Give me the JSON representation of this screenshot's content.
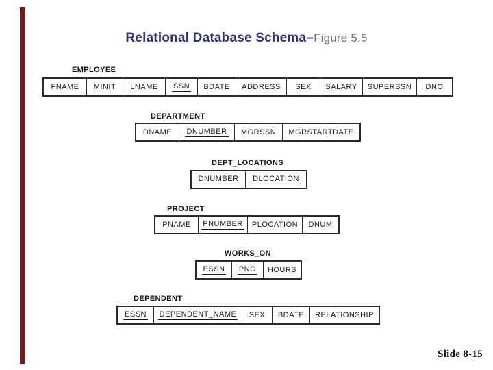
{
  "title": {
    "main": "Relational Database Schema–",
    "figure": "Figure 5.5"
  },
  "slide_number": "Slide 8-15",
  "colors": {
    "title": "#2f3272",
    "figure_label": "#70717f",
    "accent_bar": "#7f1518",
    "table_border": "#2b2b2b"
  },
  "relations": [
    {
      "name": "EMPLOYEE",
      "attributes": [
        {
          "label": "FNAME",
          "key": false
        },
        {
          "label": "MINIT",
          "key": false
        },
        {
          "label": "LNAME",
          "key": false
        },
        {
          "label": "SSN",
          "key": true
        },
        {
          "label": "BDATE",
          "key": false
        },
        {
          "label": "ADDRESS",
          "key": false
        },
        {
          "label": "SEX",
          "key": false
        },
        {
          "label": "SALARY",
          "key": false
        },
        {
          "label": "SUPERSSN",
          "key": false
        },
        {
          "label": "DNO",
          "key": false
        }
      ]
    },
    {
      "name": "DEPARTMENT",
      "attributes": [
        {
          "label": "DNAME",
          "key": false
        },
        {
          "label": "DNUMBER",
          "key": true
        },
        {
          "label": "MGRSSN",
          "key": false
        },
        {
          "label": "MGRSTARTDATE",
          "key": false
        }
      ]
    },
    {
      "name": "DEPT_LOCATIONS",
      "attributes": [
        {
          "label": "DNUMBER",
          "key": true
        },
        {
          "label": "DLOCATION",
          "key": true
        }
      ]
    },
    {
      "name": "PROJECT",
      "attributes": [
        {
          "label": "PNAME",
          "key": false
        },
        {
          "label": "PNUMBER",
          "key": true
        },
        {
          "label": "PLOCATION",
          "key": false
        },
        {
          "label": "DNUM",
          "key": false
        }
      ]
    },
    {
      "name": "WORKS_ON",
      "attributes": [
        {
          "label": "ESSN",
          "key": true
        },
        {
          "label": "PNO",
          "key": true
        },
        {
          "label": "HOURS",
          "key": false
        }
      ]
    },
    {
      "name": "DEPENDENT",
      "attributes": [
        {
          "label": "ESSN",
          "key": true
        },
        {
          "label": "DEPENDENT_NAME",
          "key": true
        },
        {
          "label": "SEX",
          "key": false
        },
        {
          "label": "BDATE",
          "key": false
        },
        {
          "label": "RELATIONSHIP",
          "key": false
        }
      ]
    }
  ]
}
